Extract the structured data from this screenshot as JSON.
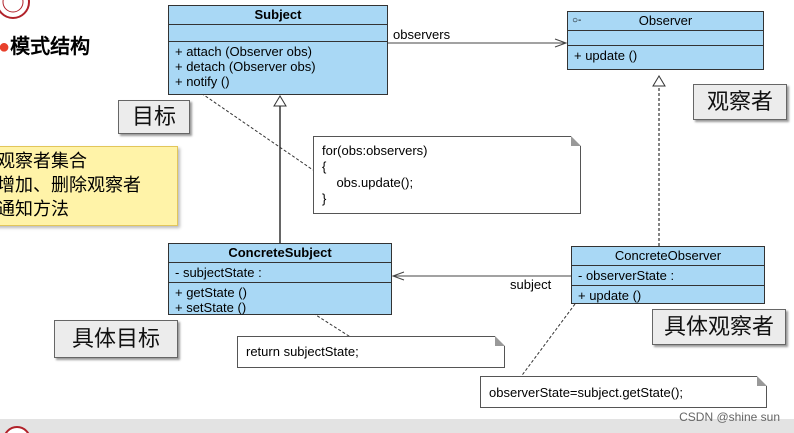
{
  "heading": {
    "bullet": "●",
    "text": "模式结构"
  },
  "subject": {
    "name": "Subject",
    "methods": [
      "+ attach (Observer obs)",
      "+ detach (Observer obs)",
      "+ notify ()"
    ]
  },
  "observer": {
    "name": "Observer",
    "stereotype": "○-",
    "methods": [
      "+ update ()"
    ]
  },
  "concrete_subject": {
    "name": "ConcreteSubject",
    "attributes": [
      "- subjectState  :"
    ],
    "methods": [
      "+ getState ()",
      "+ setState ()"
    ]
  },
  "concrete_observer": {
    "name": "ConcreteObserver",
    "attributes": [
      "- observerState  :"
    ],
    "methods": [
      "+ update ()"
    ]
  },
  "associations": {
    "observers": "observers",
    "subject": "subject"
  },
  "notes": {
    "notify": [
      "for(obs:observers)",
      "{",
      "    obs.update();",
      "}"
    ],
    "getstate": "return subjectState;",
    "update": "observerState=subject.getState();"
  },
  "callouts": {
    "target": "目标",
    "observer": "观察者",
    "concrete_target": "具体目标",
    "concrete_observer": "具体观察者"
  },
  "sticky": {
    "lines": [
      "观察者集合",
      "增加、删除观察者",
      "通知方法"
    ]
  },
  "watermark": "CSDN @shine sun",
  "colors": {
    "class_fill": "#a9d8f5",
    "sticky_fill": "#fff3a8",
    "callout_fill": "#ececec",
    "bullet": "#e8402c"
  }
}
